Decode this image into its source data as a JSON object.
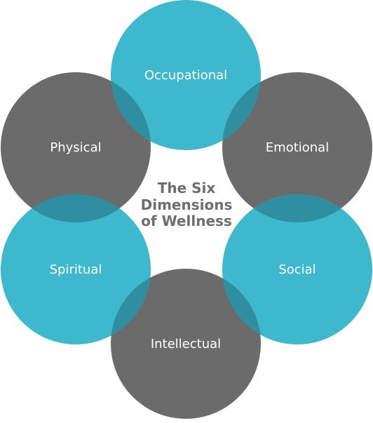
{
  "title_lines": [
    "The Six",
    "Dimensions",
    "of Wellness"
  ],
  "dimensions": [
    {
      "label": "Occupational",
      "color": "#3db8cc"
    },
    {
      "label": "Emotional",
      "color": "#6b6b6b"
    },
    {
      "label": "Social",
      "color": "#3db8cc"
    },
    {
      "label": "Intellectual",
      "color": "#6b6b6b"
    },
    {
      "label": "Spiritual",
      "color": "#3db8cc"
    },
    {
      "label": "Physical",
      "color": "#6b6b6b"
    }
  ],
  "overlap_color": "#2f8fa0"
}
